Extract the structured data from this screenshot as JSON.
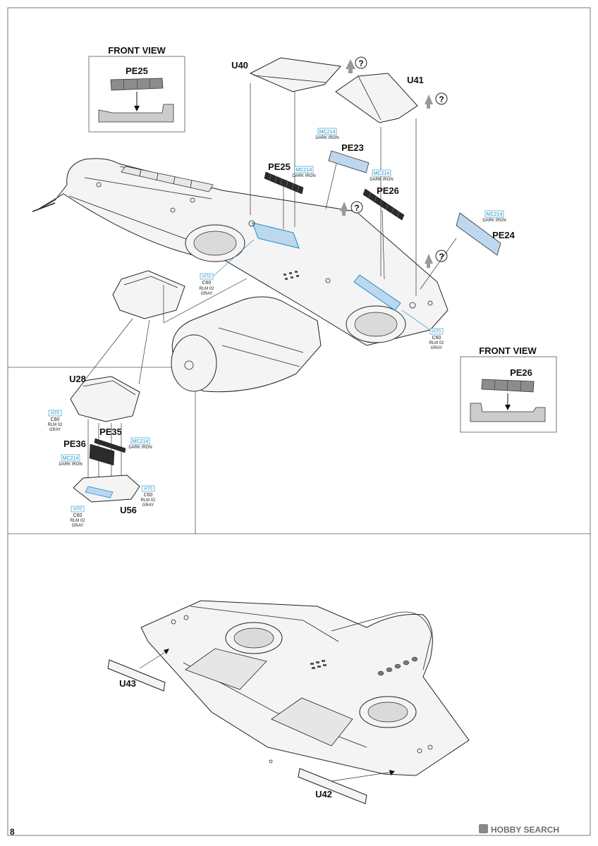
{
  "page_number": "8",
  "watermark": "HOBBY SEARCH",
  "front_view_1": {
    "title": "FRONT VIEW",
    "part": "PE25"
  },
  "front_view_2": {
    "title": "FRONT VIEW",
    "part": "PE26"
  },
  "upper_parts": {
    "u40": "U40",
    "u41": "U41",
    "pe23": "PE23",
    "pe24": "PE24",
    "pe25": "PE25",
    "pe26": "PE26"
  },
  "inset_parts": {
    "u28": "U28",
    "pe35": "PE35",
    "pe36": "PE36",
    "u56": "U56"
  },
  "lower_parts": {
    "u42": "U42",
    "u43": "U43"
  },
  "question_mark": "?",
  "colors": {
    "mc214": {
      "code": "MC214",
      "name": "DARK IRON"
    },
    "h70": {
      "code": "H70",
      "code2": "C60",
      "name": "RLM 02",
      "name2": "GRAY"
    }
  },
  "accent": {
    "callout_blue": "#1a8fc9",
    "pe_fill": "#bcd7ee",
    "dark_iron": "#2b2b2b"
  }
}
